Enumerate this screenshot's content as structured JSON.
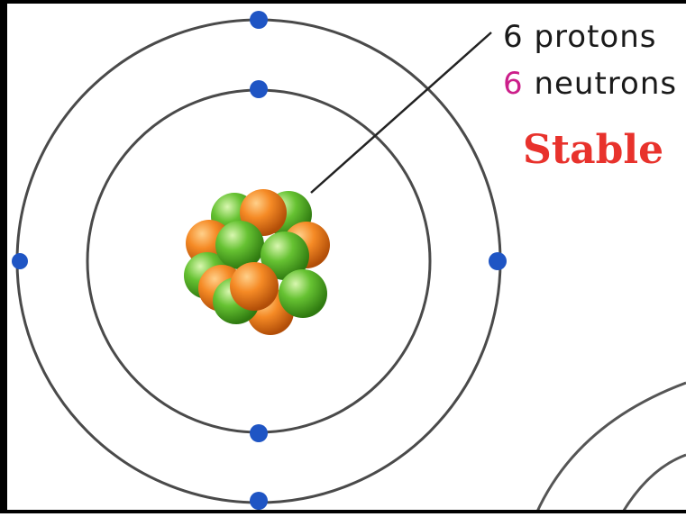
{
  "annotation": {
    "proton_count": "6",
    "proton_word": "protons",
    "neutron_count": "6",
    "neutron_word": "neutrons",
    "stability": "Stable"
  },
  "colors": {
    "neutron_count_color": "#cc1f8a",
    "stability_color": "#e8322c",
    "electron_color": "#1f55c4",
    "orbit_color": "#4a4a4a",
    "proton_color": "#f07a1e",
    "neutron_color": "#5fbf2a"
  },
  "atom": {
    "electron_count": 6,
    "proton_count": 6,
    "neutron_count": 6
  }
}
